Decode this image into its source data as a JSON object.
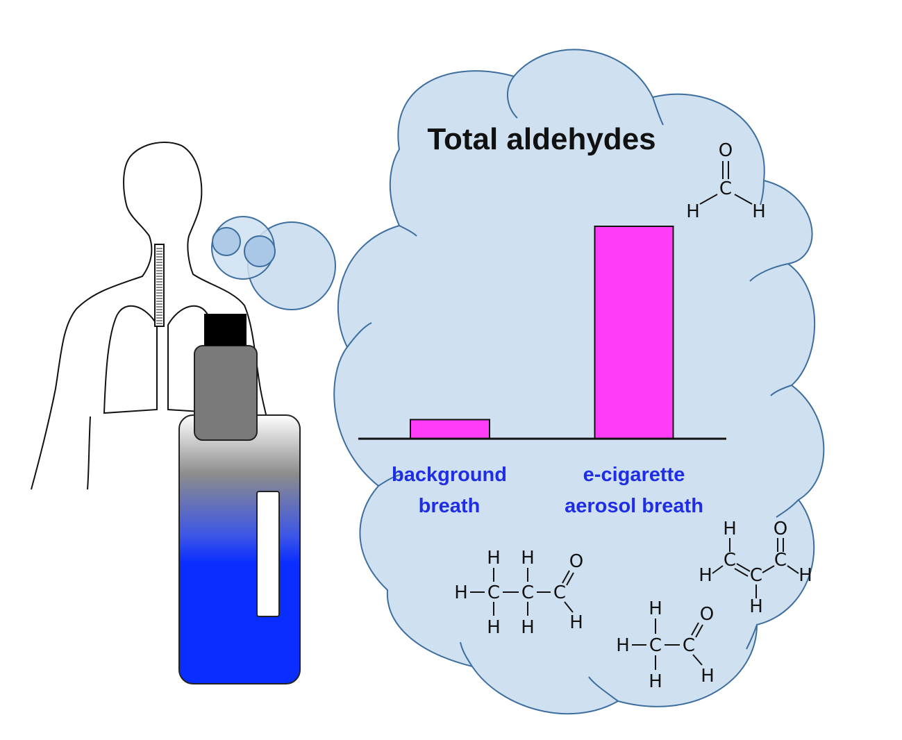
{
  "chart_data": {
    "type": "bar",
    "title": "Total aldehydes",
    "categories": [
      "background\nbreath",
      "e-cigarette\naerosol breath"
    ],
    "category_lines": [
      [
        "background",
        "breath"
      ],
      [
        "e-cigarette",
        "aerosol breath"
      ]
    ],
    "values": [
      9,
      100
    ],
    "value_units": "relative",
    "ylim": [
      0,
      100
    ],
    "xlabel": "",
    "ylabel": "",
    "grid": false,
    "bar_color": "#ff3df7",
    "axis_ticks": false
  },
  "molecules": {
    "formaldehyde": {
      "atoms": [
        "O",
        "C",
        "H",
        "H"
      ]
    },
    "propanal": {
      "atoms": [
        "H",
        "H",
        "H",
        "C",
        "C",
        "C",
        "O",
        "H",
        "H",
        "H"
      ]
    },
    "acrolein": {
      "atoms": [
        "H",
        "C",
        "H",
        "C",
        "H",
        "C",
        "O",
        "H"
      ]
    },
    "acetaldehyde": {
      "atoms": [
        "H",
        "H",
        "C",
        "C",
        "O",
        "H",
        "H"
      ]
    }
  },
  "colors": {
    "cloud_fill": "#cfe0f1",
    "cloud_stroke": "#3d6e9e",
    "bubble_fill": "#a9c7e6",
    "label_blue": "#1f2ee6",
    "bottle_cap": "#000000",
    "bottle_neck": "#7a7a7a",
    "bottle_blue": "#0a2eff"
  }
}
